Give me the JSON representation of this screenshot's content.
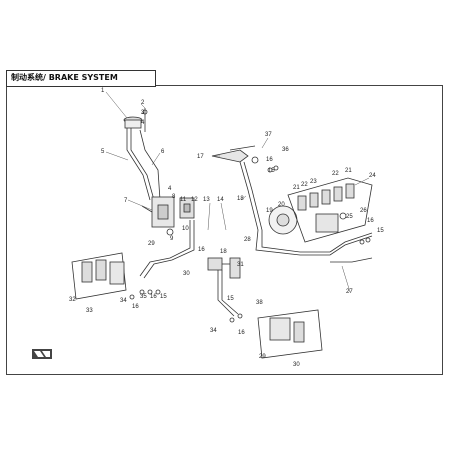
{
  "header": {
    "title": "制动系统/ BRAKE SYSTEM"
  },
  "callouts": {
    "c1": "1",
    "c2": "2",
    "c3": "3",
    "c4": "4",
    "c5": "5",
    "c6": "6",
    "c7": "7",
    "c8": "8",
    "c9": "9",
    "c10": "10",
    "c11": "11",
    "c12": "12",
    "c13": "13",
    "c14": "14",
    "c15": "15",
    "c16": "16",
    "c17": "17",
    "c18": "18",
    "c19": "19",
    "c20": "20",
    "c21": "21",
    "c22": "22",
    "c23": "23",
    "c24": "24",
    "c25": "25",
    "c26": "26",
    "c27": "27",
    "c28": "28",
    "c29": "29",
    "c30": "30",
    "c31": "31",
    "c32": "32",
    "c33": "33",
    "c34": "34",
    "c35": "35",
    "c36": "36",
    "c37": "37",
    "c38": "38"
  },
  "colors": {
    "line": "#333333",
    "part": "#555555",
    "accent": "#888888"
  }
}
